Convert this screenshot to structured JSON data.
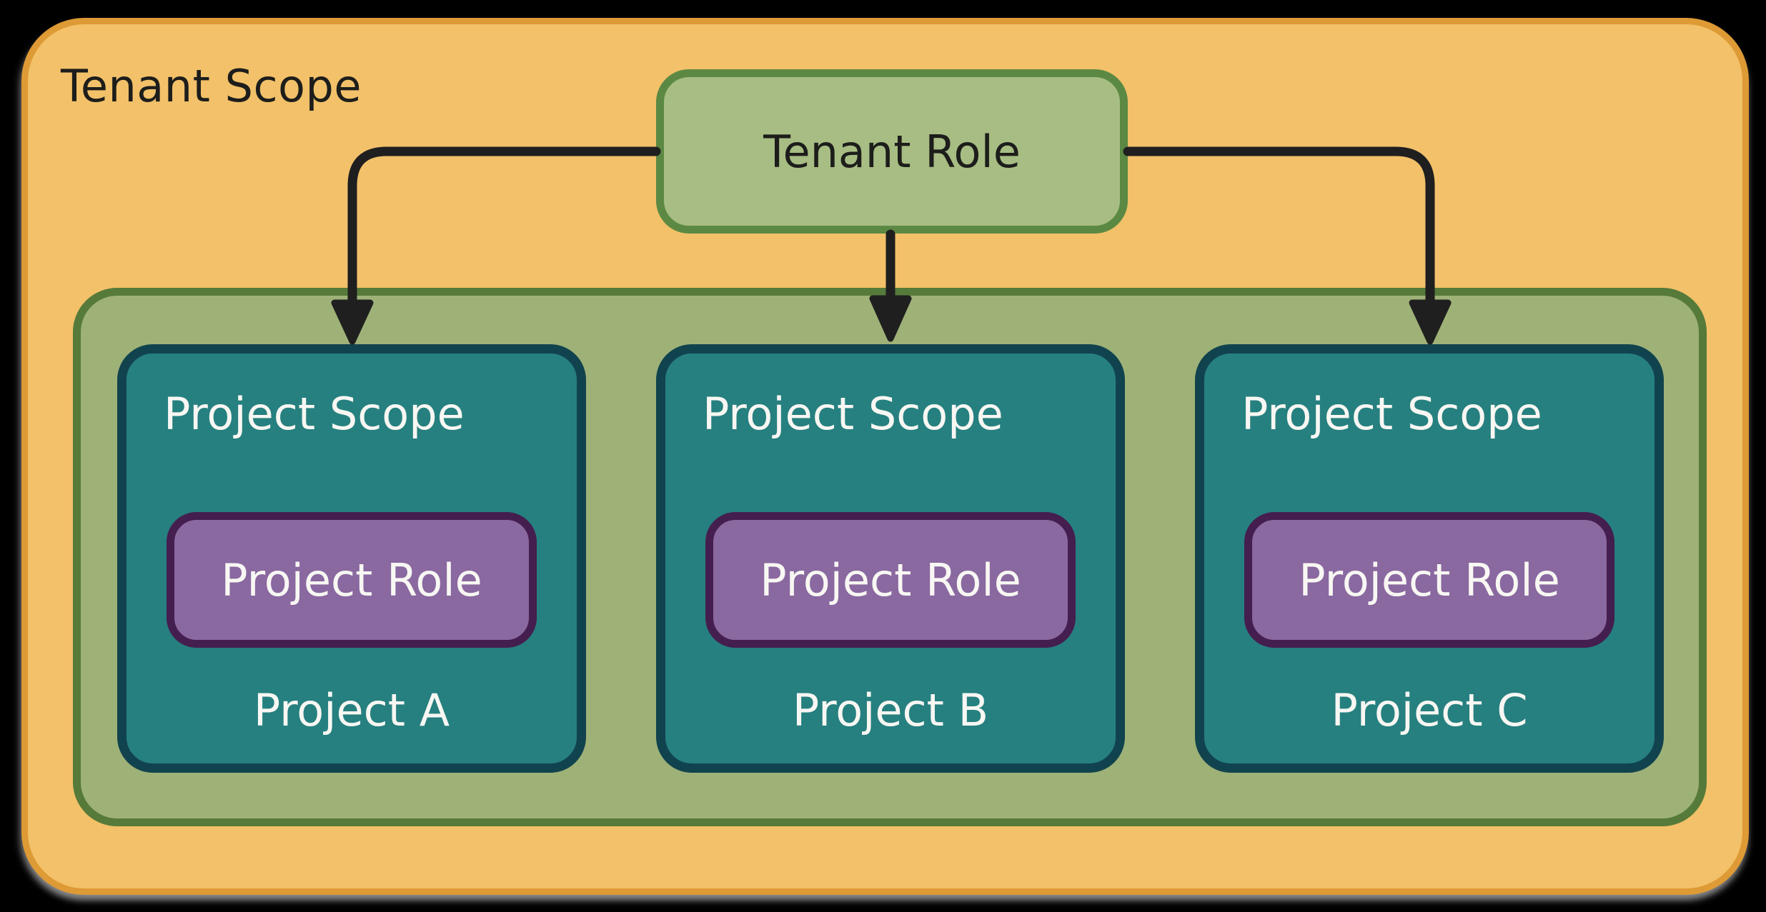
{
  "diagram": {
    "tenant_scope_label": "Tenant Scope",
    "tenant_role_label": "Tenant Role",
    "projects": [
      {
        "scope_label": "Project Scope",
        "role_label": "Project Role",
        "name": "Project A"
      },
      {
        "scope_label": "Project Scope",
        "role_label": "Project Role",
        "name": "Project B"
      },
      {
        "scope_label": "Project Scope",
        "role_label": "Project Role",
        "name": "Project C"
      }
    ],
    "colors": {
      "background": "#000000",
      "tenant_scope_fill": "#F2C169",
      "tenant_scope_border": "#DE9A35",
      "tenant_role_fill": "#A7BD83",
      "tenant_role_border": "#5B8943",
      "project_container_fill": "#9EB177",
      "project_container_border": "#567A3A",
      "project_scope_fill": "#26807F",
      "project_scope_border": "#11434E",
      "project_role_fill": "#8A68A0",
      "project_role_border": "#441E4F",
      "arrow": "#1F1F1F",
      "text_dark": "#1D1D1B",
      "text_light": "#F8F7F3"
    }
  }
}
